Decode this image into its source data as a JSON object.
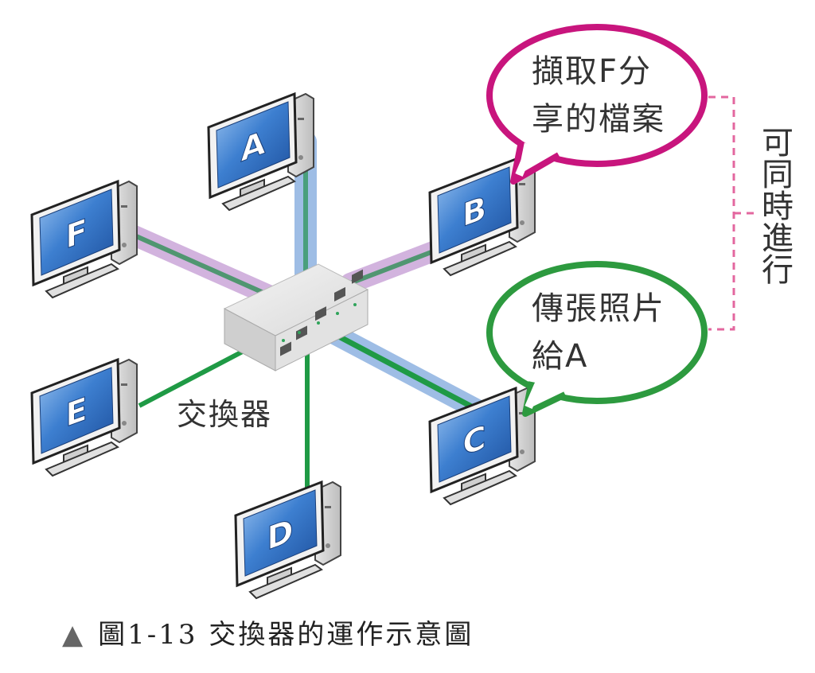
{
  "diagram": {
    "computers": [
      {
        "id": "A",
        "label": "A"
      },
      {
        "id": "B",
        "label": "B"
      },
      {
        "id": "C",
        "label": "C"
      },
      {
        "id": "D",
        "label": "D"
      },
      {
        "id": "E",
        "label": "E"
      },
      {
        "id": "F",
        "label": "F"
      }
    ],
    "switch_label": "交換器",
    "callouts": {
      "top": {
        "lines": [
          "擷取F分",
          "享的檔案"
        ],
        "color": "#c8157d"
      },
      "bottom": {
        "lines": [
          "傳張照片",
          "給A"
        ],
        "color": "#2d9a3f"
      }
    },
    "simultaneous_note": "可同時進行",
    "caption": {
      "marker": "▲",
      "text": "圖1-13  交換器的運作示意圖"
    },
    "colors": {
      "green_link": "#1f9a45",
      "blue_link": "#8aaede",
      "purple_link": "#c9a8d8",
      "dashed_bracket": "#e3679f",
      "screen_blue": "#2c6cc4"
    }
  }
}
